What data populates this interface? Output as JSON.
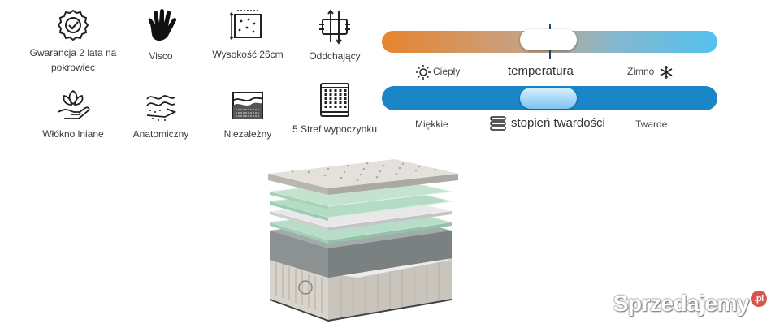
{
  "features": [
    {
      "icon": "warranty-badge-icon",
      "label": "Gwarancja 2 lata na pokrowiec"
    },
    {
      "icon": "hand-icon",
      "label": "Visco"
    },
    {
      "icon": "height-box-icon",
      "label": "Wysokość 26cm"
    },
    {
      "icon": "airflow-icon",
      "label": "Oddchający"
    },
    {
      "icon": "hand-leaves-icon",
      "label": "Włókno lniane"
    },
    {
      "icon": "wave-foam-icon",
      "label": "Anatomiczny"
    },
    {
      "icon": "pocket-spring-layer-icon",
      "label": "Niezależny"
    },
    {
      "icon": "spring-coils-icon",
      "label": "5 Stref wypoczynku"
    }
  ],
  "temperature": {
    "title": "temperatura",
    "left_label": "Ciepły",
    "right_label": "Zimno",
    "left_icon": "sun-icon",
    "right_icon": "snowflake-icon",
    "gradient_start": "#e8842e",
    "gradient_end": "#54c1ee",
    "level": 0.5
  },
  "firmness": {
    "title": "stopień twardości",
    "left_label": "Miękkie",
    "right_label": "Twarde",
    "icon": "layers-icon",
    "color": "#1a86c8",
    "level": 0.5
  },
  "watermark": {
    "text": "Sprzedajemy",
    "suffix": ".pl"
  }
}
